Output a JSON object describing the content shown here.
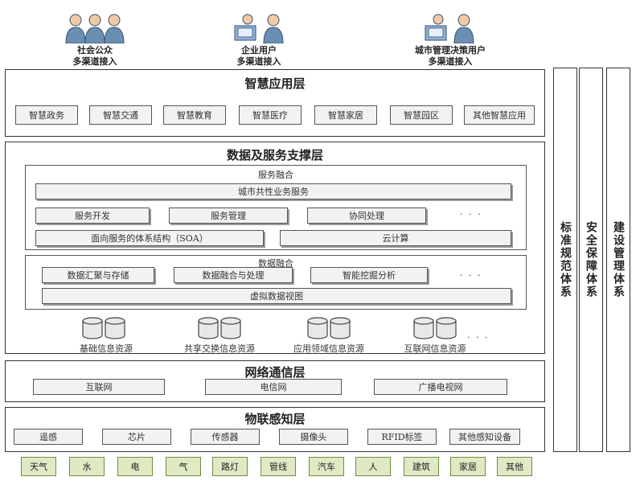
{
  "users": [
    {
      "line1": "社会公众",
      "line2": "多渠道接入",
      "icon": "people-icon"
    },
    {
      "line1": "企业用户",
      "line2": "多渠道接入",
      "icon": "business-user-icon"
    },
    {
      "line1": "城市管理决策用户",
      "line2": "多渠道接入",
      "icon": "decision-user-icon"
    }
  ],
  "app_layer": {
    "title": "智慧应用层",
    "items": [
      "智慧政务",
      "智慧交通",
      "智慧教育",
      "智慧医疗",
      "智慧家居",
      "智慧园区",
      "其他智慧应用"
    ]
  },
  "data_layer": {
    "title": "数据及服务支撑层",
    "service_fusion": {
      "title": "服务融合",
      "common": "城市共性业务服务",
      "row2": [
        "服务开发",
        "服务管理",
        "协同处理"
      ],
      "soa": "面向服务的体系结构（SOA）",
      "cloud": "云计算",
      "ellipsis": "· · ·"
    },
    "data_fusion": {
      "title": "数据融合",
      "row1": [
        "数据汇聚与存储",
        "数据融合与处理",
        "智能挖掘分析"
      ],
      "virtual": "虚拟数据视图",
      "ellipsis": "· · ·"
    },
    "resources": [
      "基础信息资源",
      "共享交换信息资源",
      "应用领域信息资源",
      "互联网信息资源"
    ],
    "resources_ellipsis": "· · ·"
  },
  "network_layer": {
    "title": "网络通信层",
    "items": [
      "互联网",
      "电信网",
      "广播电视网"
    ]
  },
  "iot_layer": {
    "title": "物联感知层",
    "items": [
      "遥感",
      "芯片",
      "传感器",
      "摄像头",
      "RFID标签",
      "其他感知设备"
    ]
  },
  "bottom_items": [
    "天气",
    "水",
    "电",
    "气",
    "路灯",
    "管线",
    "汽车",
    "人",
    "建筑",
    "家居",
    "其他"
  ],
  "side_columns": [
    "标准规范体系",
    "安全保障体系",
    "建设管理体系"
  ]
}
